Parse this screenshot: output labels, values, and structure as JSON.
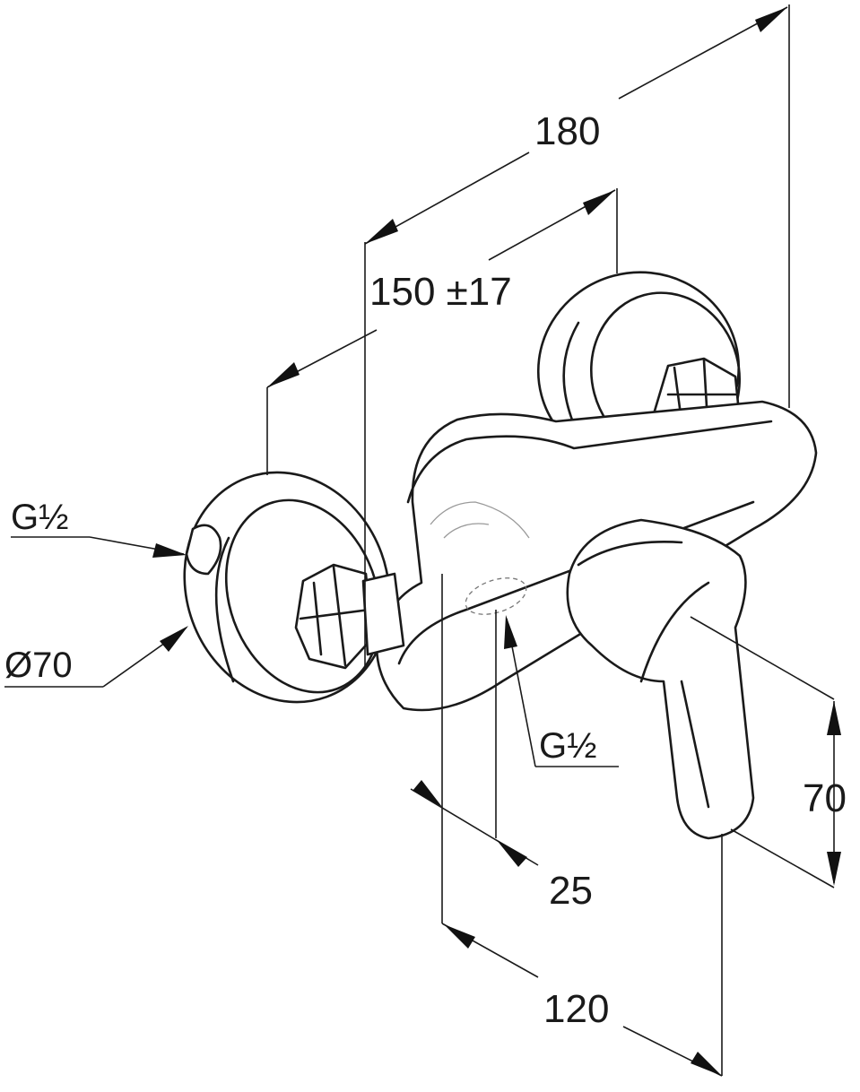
{
  "dimensions": {
    "overall_width": "180",
    "inlet_spacing": "150 ±17",
    "inlet_thread_left": "G½",
    "rosette_diameter": "Ø70",
    "outlet_thread": "G½",
    "outlet_offset": "25",
    "outlet_projection": "120",
    "lever_height": "70"
  },
  "colors": {
    "line": "#1a1a1a",
    "background": "#ffffff"
  }
}
